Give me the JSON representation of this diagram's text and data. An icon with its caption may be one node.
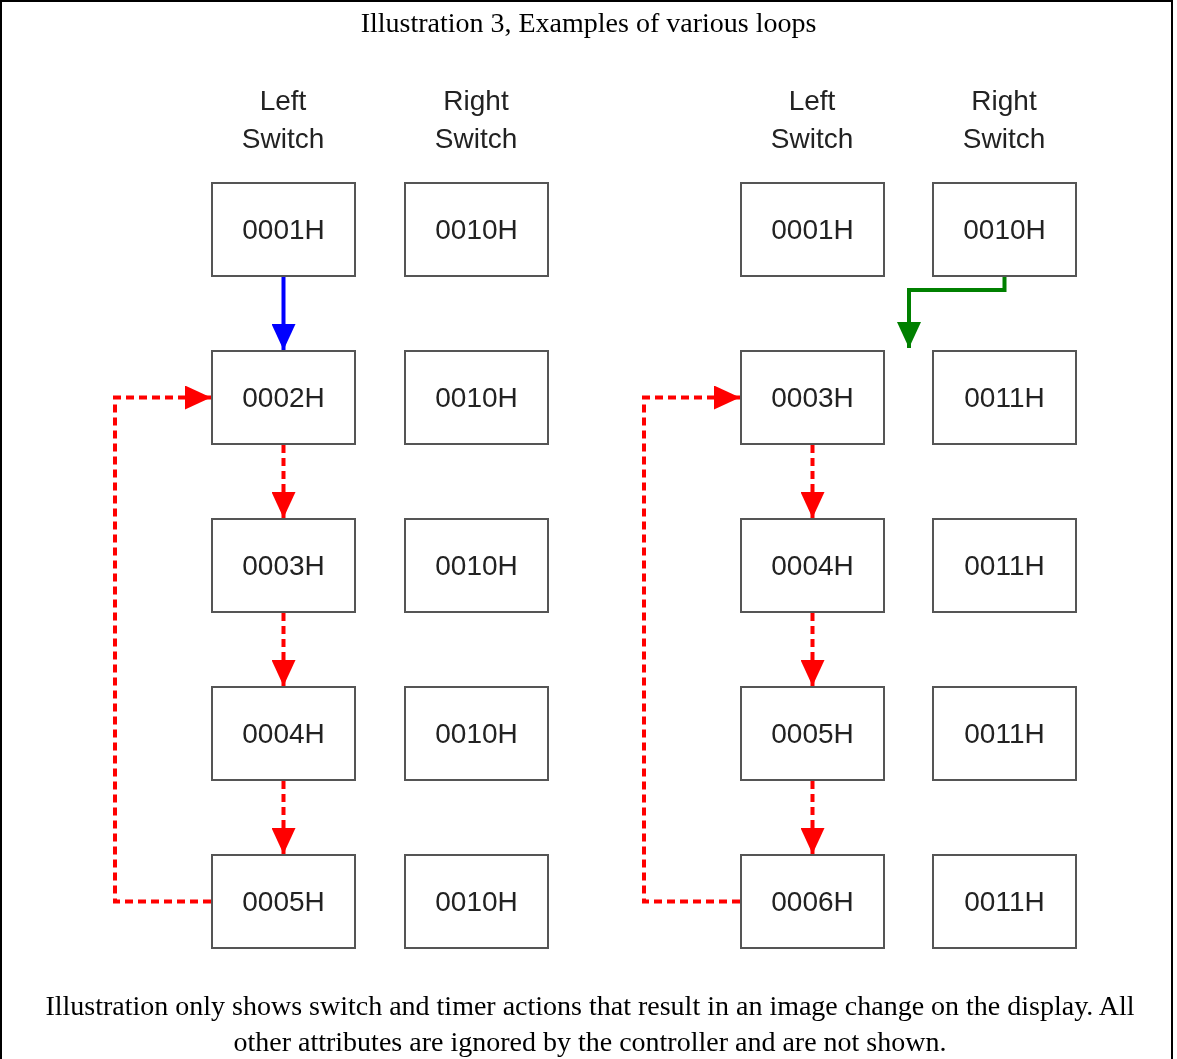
{
  "diagram": {
    "title": "Illustration 3, Examples of various loops",
    "caption": "Illustration only shows switch and timer actions that result in an image change on the display. All other attributes are ignored by the controller and are not shown.",
    "nodes": [
      {
        "text": [
          "0001H"
        ]
      },
      {
        "text": [
          "0010H"
        ]
      },
      {
        "text": [
          "0001H"
        ]
      },
      {
        "text": [
          "0010H"
        ]
      },
      {
        "text": [
          "0002H"
        ]
      },
      {
        "text": [
          "0010H"
        ]
      },
      {
        "text": [
          "0003H"
        ]
      },
      {
        "text": [
          "0011H"
        ]
      },
      {
        "text": [
          "0003H"
        ]
      },
      {
        "text": [
          "0010H"
        ]
      },
      {
        "text": [
          "0004H"
        ]
      },
      {
        "text": [
          "0011H"
        ]
      },
      {
        "text": [
          "0004H"
        ]
      },
      {
        "text": [
          "0010H"
        ]
      },
      {
        "text": [
          "0005H"
        ]
      },
      {
        "text": [
          "0011H"
        ]
      },
      {
        "text": [
          "0005H"
        ]
      },
      {
        "text": [
          "0010H"
        ]
      },
      {
        "text": [
          "0006H"
        ]
      },
      {
        "text": [
          "0011H"
        ]
      }
    ],
    "edges": [
      {
        "from": 0,
        "to": 4,
        "arrow": "to",
        "color": "#0000ff"
      },
      {
        "from": 3,
        "to": 6,
        "arrow": "to",
        "color": "#008000"
      },
      {
        "from": 4,
        "to": 8,
        "arrow": "to",
        "style": "dashed"
      },
      {
        "from": 8,
        "to": 12,
        "arrow": "to",
        "style": "dashed"
      },
      {
        "from": 12,
        "to": 16,
        "arrow": "to",
        "style": "dashed"
      },
      {
        "from": 16,
        "to": 4,
        "arrow": "to",
        "style": "dashed"
      },
      {
        "from": 6,
        "to": 10,
        "arrow": "to",
        "style": "dashed"
      },
      {
        "from": 10,
        "to": 14,
        "arrow": "to",
        "style": "dashed"
      },
      {
        "from": 14,
        "to": 18,
        "arrow": "to",
        "style": "dashed"
      },
      {
        "from": 18,
        "to": 6,
        "arrow": "to",
        "style": "dashed"
      }
    ],
    "labels": [
      "Left Switch",
      "Right Switch",
      "Left Switch",
      "Right Switch"
    ]
  }
}
